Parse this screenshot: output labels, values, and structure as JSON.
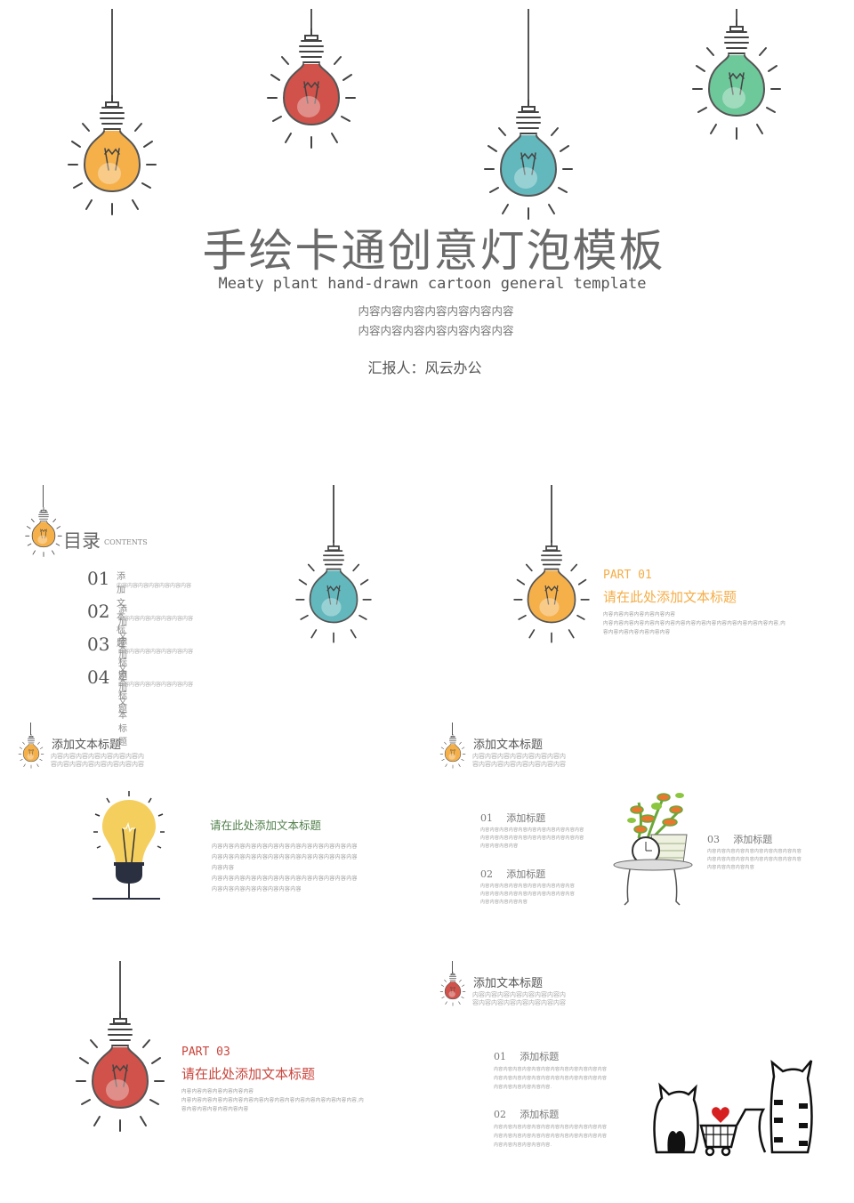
{
  "colors": {
    "yellow": "#f5b04a",
    "red": "#d0524a",
    "teal": "#62b8bd",
    "green": "#6dc89a",
    "orange_text": "#f4ad47",
    "green_text": "#4f7f4a",
    "red_text": "#c9453c"
  },
  "cover": {
    "title": "手绘卡通创意灯泡模板",
    "subtitle": "Meaty plant hand-drawn cartoon general template",
    "lines": [
      "内容内容内容内容内容内容内容",
      "内容内容内容内容内容内容内容"
    ],
    "reporter": "汇报人：风云办公"
  },
  "toc": {
    "title": "目录",
    "title_en": "CONTENTS",
    "items": [
      {
        "num": "01",
        "title": "添加文本标题",
        "desc": "内容内容内容内容内容内容内容"
      },
      {
        "num": "02",
        "title": "添加文本标题",
        "desc": "内容内容内容内容内容内容内容"
      },
      {
        "num": "03",
        "title": "添加文本标题",
        "desc": "内容内容内容内容内容内容内容"
      },
      {
        "num": "04",
        "title": "添加文本标题",
        "desc": "内容内容内容内容内容内容内容"
      }
    ]
  },
  "part1": {
    "label": "PART 01",
    "title": "请在此处添加文本标题",
    "lines": [
      "内容内容内容内容内容内容内容",
      "内容内容内容内容内容内容内容内容内容内容内容内容内容内容内容内容内容,内",
      "容内容内容内容内容内容内容"
    ]
  },
  "slide4": {
    "header": "添加文本标题",
    "header_desc": "内容内容内容内容内容内容内容内容内容内容内容内容内容内容内容",
    "title": "请在此处添加文本标题",
    "lines": [
      "内容内容内容内容内容内容内容内容内容内容内容内容内容",
      "内容内容内容内容内容内容内容内容内容内容内容内容内容",
      "内容内容",
      "内容内容内容内容内容内容内容内容内容内容内容内容内容",
      "内容内容内容内容内容内容内容内容"
    ]
  },
  "slide5": {
    "header": "添加文本标题",
    "header_desc": "内容内容内容内容内容内容内容内容内容内容内容内容内容内容内容",
    "items": [
      {
        "num": "01",
        "title": "添加标题",
        "lines": [
          "内容内容内容内容内容内容内容内容内容内容内容",
          "内容内容内容内容内容内容内容内容内容内容内容",
          "内容内容内容内容"
        ]
      },
      {
        "num": "02",
        "title": "添加标题",
        "lines": [
          "内容内容内容内容内容内容内容内容内容内容",
          "内容内容内容内容内容内容内容内容内容内容",
          "内容内容内容内容内容"
        ]
      },
      {
        "num": "03",
        "title": "添加标题",
        "lines": [
          "内容内容内容内容内容内容内容内容内容内容",
          "内容内容内容内容内容内容内容内容内容内容",
          "内容内容内容内容内容"
        ]
      }
    ]
  },
  "part3": {
    "label": "PART 03",
    "title": "请在此处添加文本标题",
    "lines": [
      "内容内容内容内容内容内容内容",
      "内容内容内容内容内容内容内容内容内容内容内容内容内容内容内容内容内容,内",
      "容内容内容内容内容内容内容"
    ]
  },
  "slide6": {
    "header": "添加文本标题",
    "header_desc": "内容内容内容内容内容内容内容内容内容内容内容内容内容内容内容",
    "items": [
      {
        "num": "01",
        "title": "添加标题",
        "lines": [
          "内容内容内容内容内容内容内容内容内容内容内容内容",
          "内容内容内容内容内容内容内容内容内容内容内容内容",
          "内容内容内容内容内容内容."
        ]
      },
      {
        "num": "02",
        "title": "添加标题",
        "lines": [
          "内容内容内容内容内容内容内容内容内容内容内容内容",
          "内容内容内容内容内容内容内容内容内容内容内容内容",
          "内容内容内容内容内容内容."
        ]
      }
    ]
  }
}
